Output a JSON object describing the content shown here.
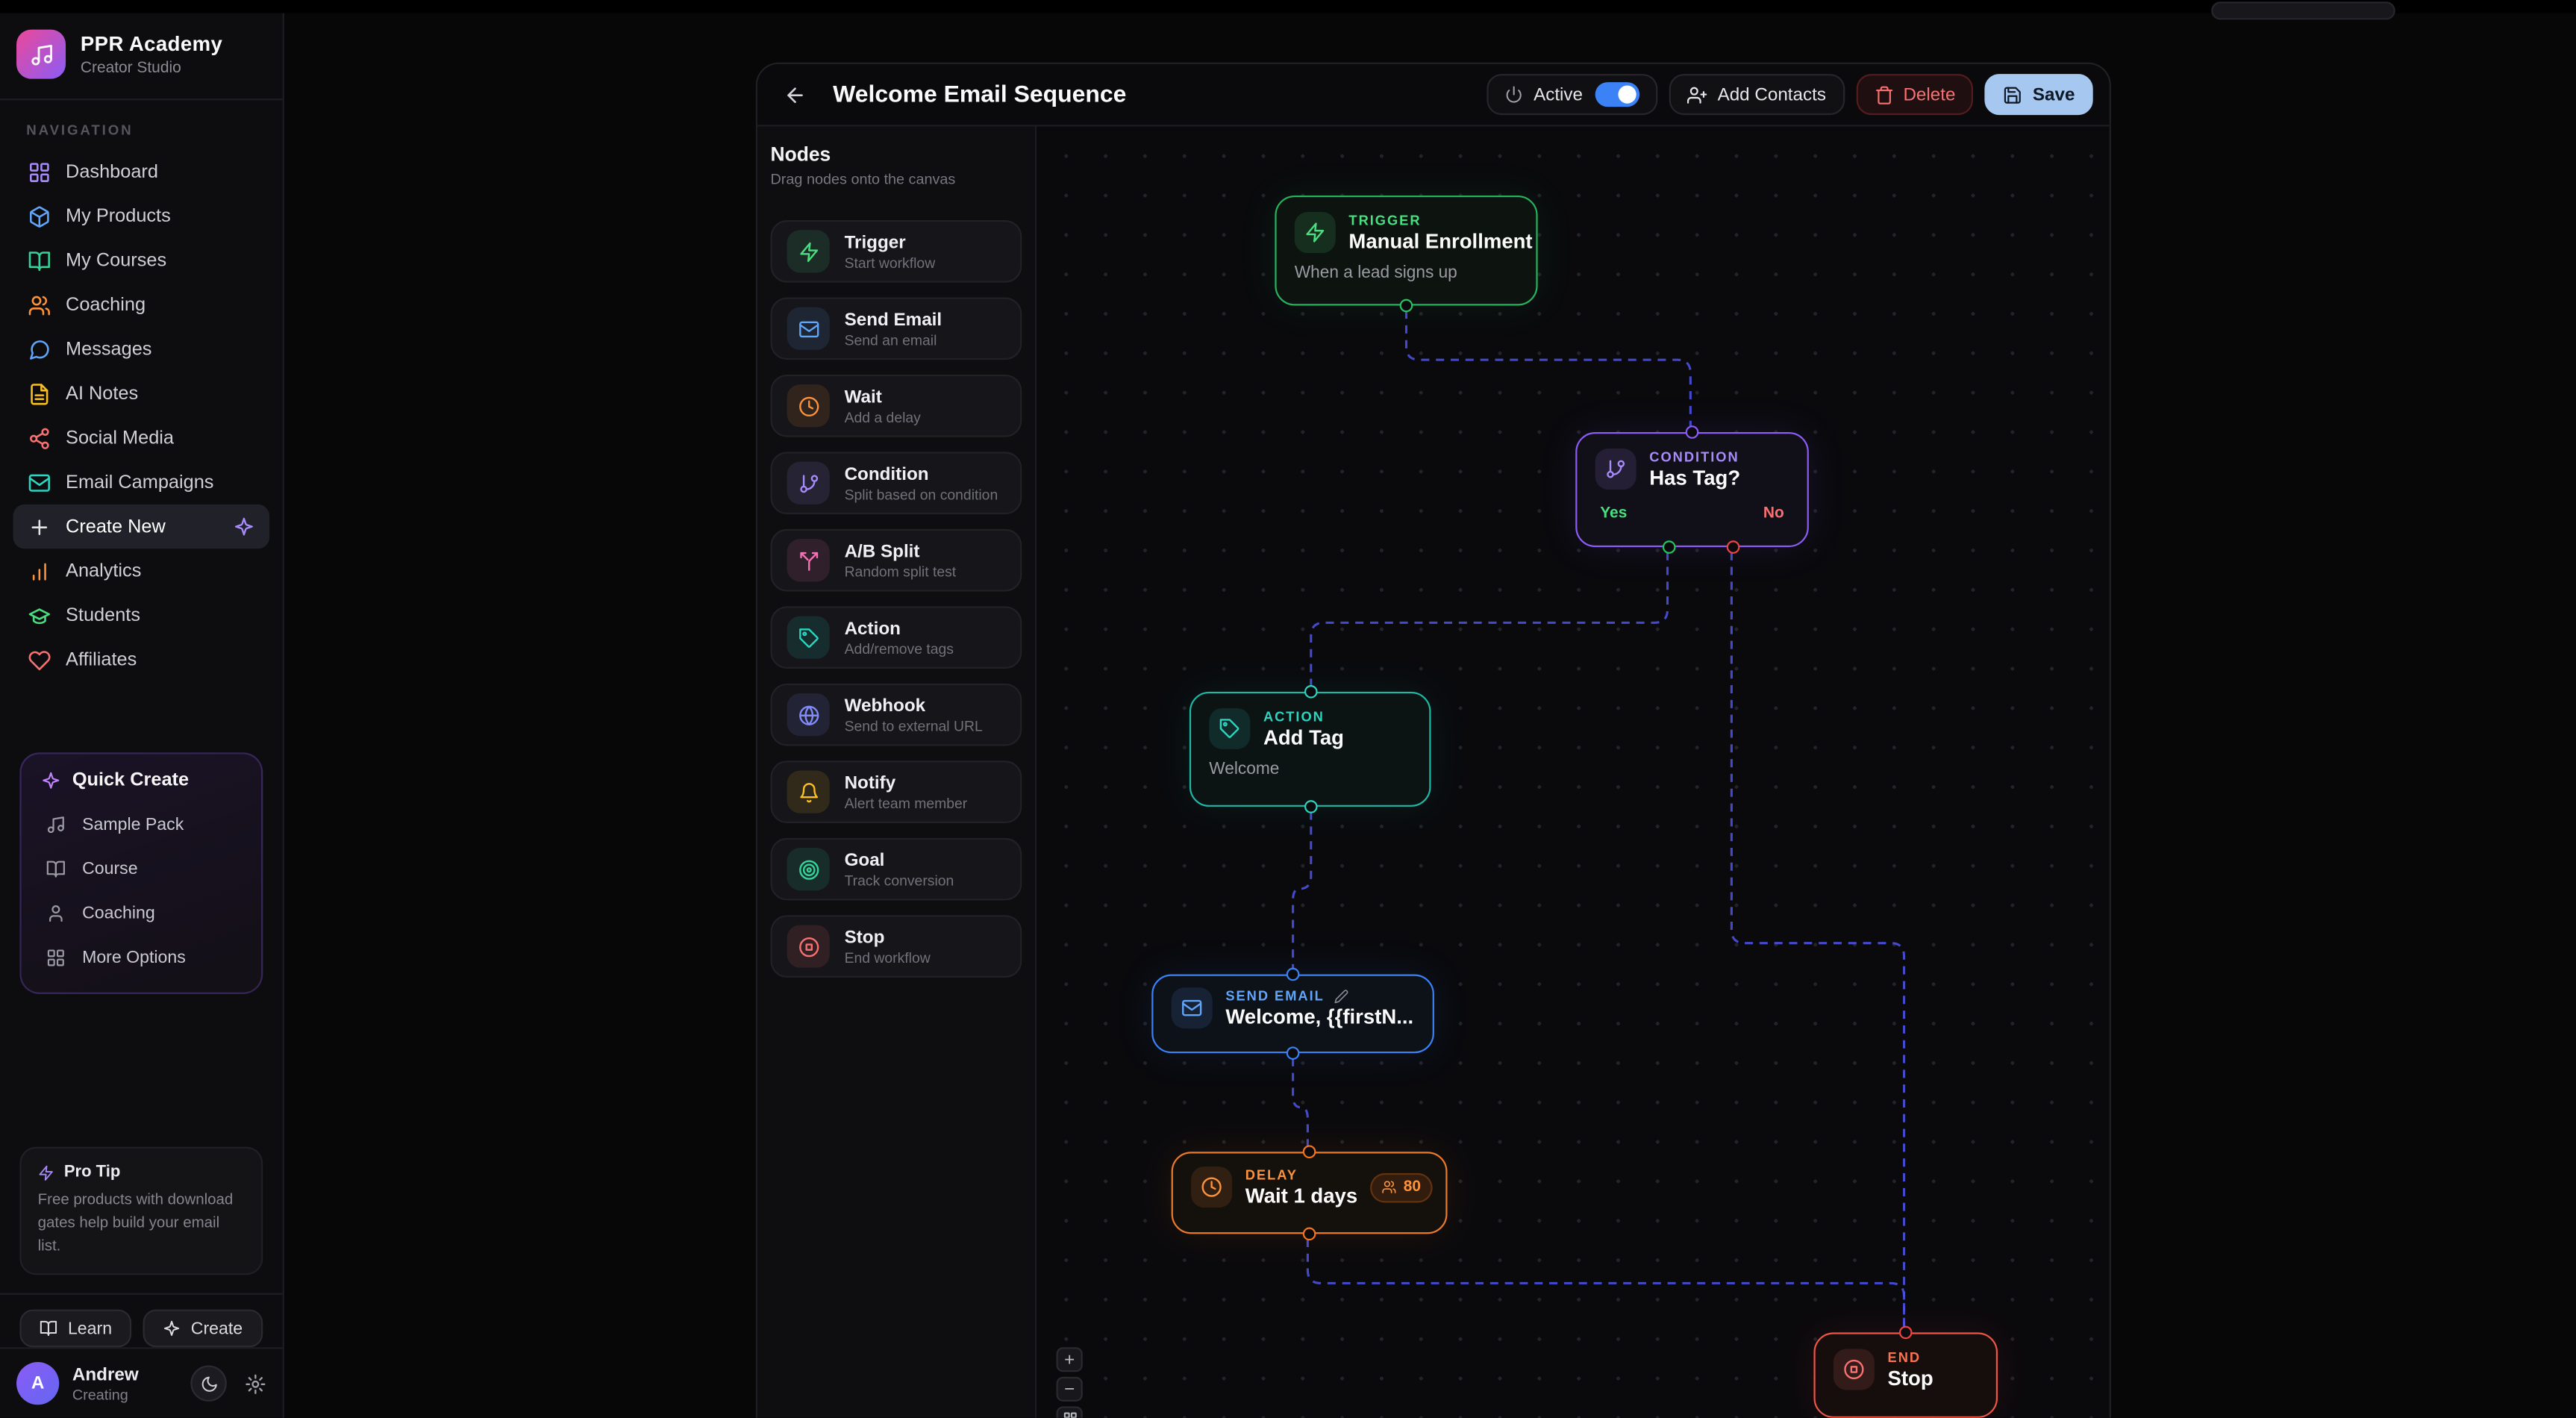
{
  "colors": {
    "accent_blue": "#3b82f6",
    "save_button_bg": "#a6c8f0",
    "danger_red": "#ef4444",
    "trigger_green": "#22c55e",
    "condition_purple": "#8b5cf6",
    "action_teal": "#2dd4bf",
    "email_blue": "#60a5fa",
    "delay_orange": "#f97316",
    "end_red": "#ef4444",
    "edge_indigo": "#4b50e0",
    "brand_gradient": [
      "#ec4899",
      "#8b5cf6"
    ]
  },
  "sidebar": {
    "brand": {
      "name": "PPR Academy",
      "subtitle": "Creator Studio",
      "logo_icon": "music-note-icon"
    },
    "section_label": "NAVIGATION",
    "items": [
      {
        "label": "Dashboard",
        "icon": "dashboard-icon",
        "color": "#a78bfa",
        "active": false
      },
      {
        "label": "My Products",
        "icon": "products-icon",
        "color": "#60a5fa",
        "active": false
      },
      {
        "label": "My Courses",
        "icon": "courses-icon",
        "color": "#34d399",
        "active": false
      },
      {
        "label": "Coaching",
        "icon": "coaching-icon",
        "color": "#fb923c",
        "active": false
      },
      {
        "label": "Messages",
        "icon": "messages-icon",
        "color": "#60a5fa",
        "active": false
      },
      {
        "label": "AI Notes",
        "icon": "ai-notes-icon",
        "color": "#fbbf24",
        "active": false
      },
      {
        "label": "Social Media",
        "icon": "social-media-icon",
        "color": "#f87171",
        "active": false
      },
      {
        "label": "Email Campaigns",
        "icon": "email-campaigns-icon",
        "color": "#2dd4bf",
        "active": false
      },
      {
        "label": "Create New",
        "icon": "plus-icon",
        "color": "#e4e4e7",
        "active": true,
        "trailing_icon": "sparkles-icon"
      },
      {
        "label": "Analytics",
        "icon": "analytics-icon",
        "color": "#fb923c",
        "active": false
      },
      {
        "label": "Students",
        "icon": "students-icon",
        "color": "#4ade80",
        "active": false
      },
      {
        "label": "Affiliates",
        "icon": "affiliates-icon",
        "color": "#f87171",
        "active": false
      }
    ],
    "quick_create": {
      "title": "Quick Create",
      "icon": "sparkles-icon",
      "items": [
        {
          "label": "Sample Pack",
          "icon": "music-note-icon"
        },
        {
          "label": "Course",
          "icon": "book-icon"
        },
        {
          "label": "Coaching",
          "icon": "user-icon"
        },
        {
          "label": "More Options",
          "icon": "grid-icon"
        }
      ]
    },
    "pro_tip": {
      "title": "Pro Tip",
      "icon": "zap-icon",
      "body": "Free products with download gates help build your email list."
    },
    "footer": {
      "learn_label": "Learn",
      "create_label": "Create",
      "user": {
        "name": "Andrew",
        "status": "Creating",
        "avatar_initial": "A"
      }
    }
  },
  "editor": {
    "header": {
      "title": "Welcome Email Sequence",
      "active_label": "Active",
      "active_on": true,
      "add_contacts_label": "Add Contacts",
      "delete_label": "Delete",
      "save_label": "Save"
    },
    "palette": {
      "title": "Nodes",
      "subtitle": "Drag nodes onto the canvas",
      "items": [
        {
          "title": "Trigger",
          "subtitle": "Start workflow",
          "icon": "zap-icon",
          "color": "#4ade80"
        },
        {
          "title": "Send Email",
          "subtitle": "Send an email",
          "icon": "mail-icon",
          "color": "#60a5fa"
        },
        {
          "title": "Wait",
          "subtitle": "Add a delay",
          "icon": "clock-icon",
          "color": "#fb923c"
        },
        {
          "title": "Condition",
          "subtitle": "Split based on condition",
          "icon": "branch-icon",
          "color": "#a78bfa"
        },
        {
          "title": "A/B Split",
          "subtitle": "Random split test",
          "icon": "split-icon",
          "color": "#f472b6"
        },
        {
          "title": "Action",
          "subtitle": "Add/remove tags",
          "icon": "tag-icon",
          "color": "#2dd4bf"
        },
        {
          "title": "Webhook",
          "subtitle": "Send to external URL",
          "icon": "globe-icon",
          "color": "#818cf8"
        },
        {
          "title": "Notify",
          "subtitle": "Alert team member",
          "icon": "bell-icon",
          "color": "#fbbf24"
        },
        {
          "title": "Goal",
          "subtitle": "Track conversion",
          "icon": "target-icon",
          "color": "#34d399"
        },
        {
          "title": "Stop",
          "subtitle": "End workflow",
          "icon": "stop-icon",
          "color": "#f87171"
        }
      ]
    },
    "canvas": {
      "zoom_in_label": "+",
      "zoom_out_label": "−",
      "nodes": {
        "trigger": {
          "kind": "TRIGGER",
          "title": "Manual Enrollment",
          "subtitle": "When a lead signs up"
        },
        "condition": {
          "kind": "CONDITION",
          "title": "Has Tag?",
          "yes_label": "Yes",
          "no_label": "No"
        },
        "action": {
          "kind": "ACTION",
          "title": "Add Tag",
          "subtitle": "Welcome"
        },
        "send_email": {
          "kind": "SEND EMAIL",
          "title": "Welcome, {{firstN..."
        },
        "delay": {
          "kind": "DELAY",
          "title": "Wait 1 days",
          "badge_count": "80"
        },
        "end": {
          "kind": "END",
          "title": "Stop"
        }
      }
    }
  }
}
